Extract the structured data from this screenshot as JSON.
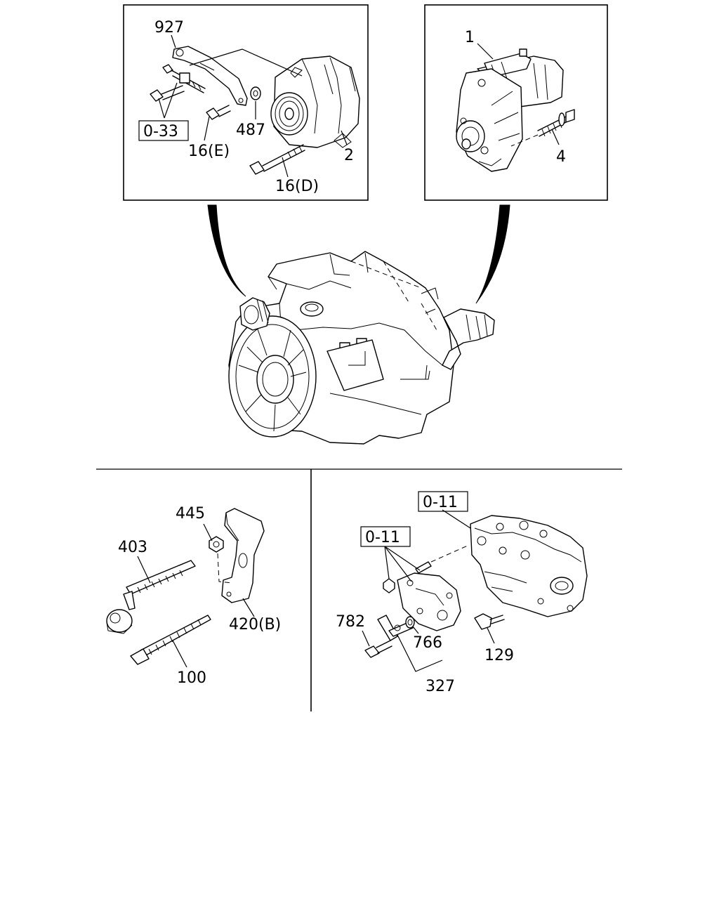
{
  "callouts": {
    "c927": "927",
    "c033": "0-33",
    "c487": "487",
    "c16e": "16(E)",
    "c2": "2",
    "c16d": "16(D)",
    "c1": "1",
    "c4": "4",
    "c445": "445",
    "c403": "403",
    "c420b": "420(B)",
    "c100": "100",
    "c011a": "0-11",
    "c011b": "0-11",
    "c782": "782",
    "c766": "766",
    "c129": "129",
    "c327": "327"
  }
}
